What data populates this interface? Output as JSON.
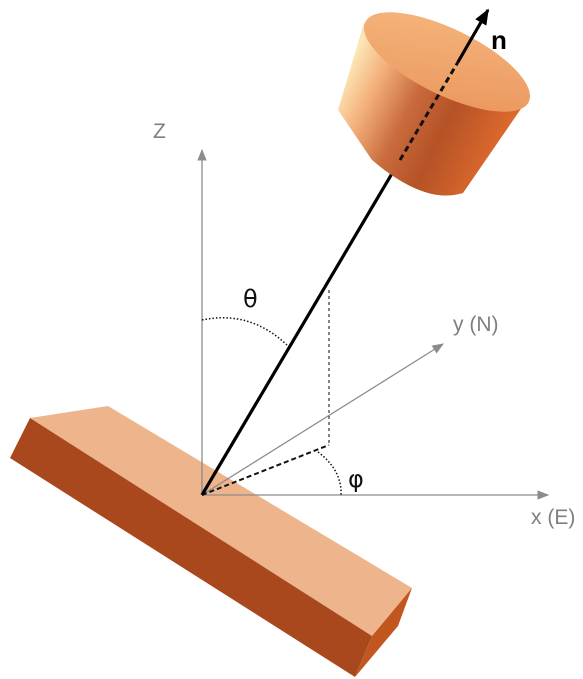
{
  "labels": {
    "z_axis": "Z",
    "y_axis": "y (N)",
    "x_axis": "x (E)",
    "theta": "θ",
    "phi": "φ",
    "normal": "n"
  },
  "colors": {
    "axis": "#8c8c8c",
    "vector": "#000000",
    "slab_top": "#eeb48c",
    "slab_side": "#a9481c",
    "cylinder_light": "#f6c68f",
    "cylinder_dark": "#d0602d"
  }
}
